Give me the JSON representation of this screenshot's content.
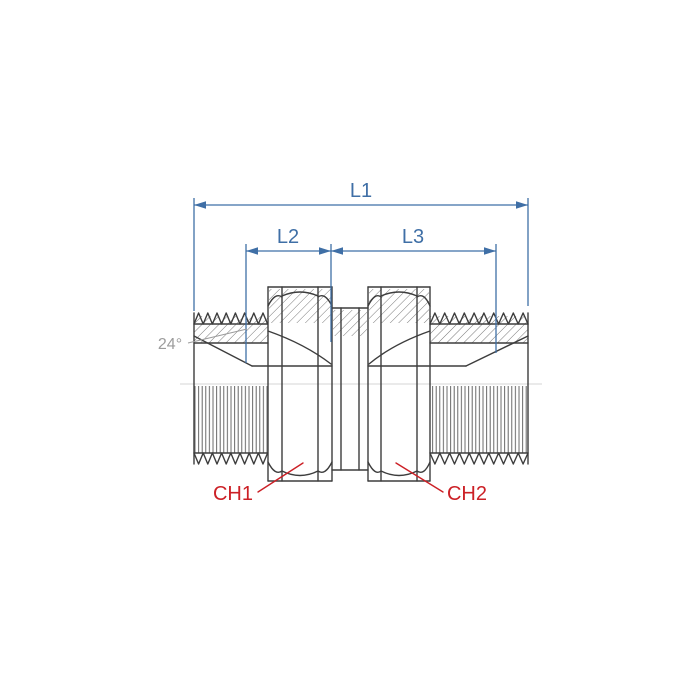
{
  "colors": {
    "dimension": "#3f6fa6",
    "callout": "#cc2026",
    "annotation": "#9c9c9c",
    "line": "#3d3d3d"
  },
  "dimensions": {
    "l1": "L1",
    "l2": "L2",
    "l3": "L3"
  },
  "annotations": {
    "cone_angle": "24°"
  },
  "callouts": {
    "ch1": "CH1",
    "ch2": "CH2"
  }
}
